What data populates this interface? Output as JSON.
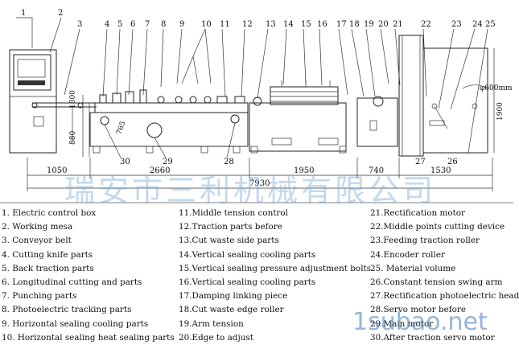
{
  "diagram": {
    "callouts": [
      "1",
      "2",
      "3",
      "4",
      "5",
      "6",
      "7",
      "8",
      "9",
      "10",
      "11",
      "12",
      "13",
      "14",
      "15",
      "16",
      "17",
      "18",
      "19",
      "20",
      "21",
      "22",
      "23",
      "24",
      "25"
    ],
    "inner_numbers": [
      "30",
      "29",
      "28",
      "27",
      "26"
    ],
    "dimensions": {
      "d1050": "1050",
      "d2660": "2660",
      "d1950": "1950",
      "d740": "740",
      "d1530": "1530",
      "d7930": "7930",
      "d1800": "1800",
      "d880": "880",
      "d765": "765",
      "d1900": "1900",
      "roller": "φ600mm"
    }
  },
  "legend": {
    "col1": [
      "1. Electric control box",
      "2. Working mesa",
      "3. Conveyor belt",
      "4. Cutting knife parts",
      "5. Back traction parts",
      "6. Longitudinal cutting and parts",
      "7. Punching parts",
      "8. Photoelectric tracking parts",
      "9. Horizontal sealing cooling parts",
      "10. Horizontal sealing heat sealing parts"
    ],
    "col2": [
      "11.Middle tension control",
      "12.Traction parts before",
      "13.Cut waste side parts",
      "14.Vertical sealing cooling parts",
      "15.Vertical sealing pressure adjustment bolts",
      "16.Vertical sealing cooling parts",
      "17.Damping linking piece",
      "18.Cut waste edge roller",
      "19.Arm tension",
      "20.Edge to adjust"
    ],
    "col3": [
      "21.Rectification motor",
      "22.Middle points cutting device",
      "23.Feeding traction roller",
      "24.Encoder roller",
      "25. Material volume",
      "26.Constant tension swing arm",
      "27.Rectification photoelectric head",
      "28.Servo motor before",
      "29.Main motor",
      "30.After traction servo motor"
    ]
  },
  "watermark": {
    "text": "瑞安市三利机械有限公司",
    "site": "1subao.net"
  }
}
